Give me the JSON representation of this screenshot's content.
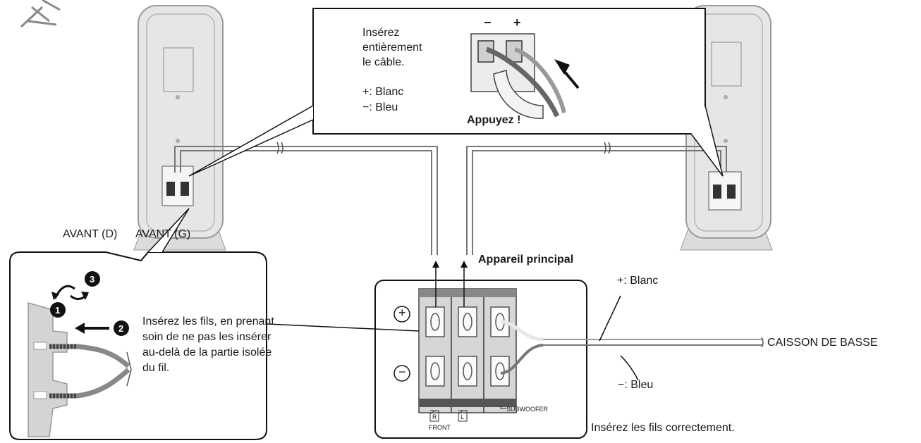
{
  "callout_top": {
    "instruction": "Insérez entièrement le câble.",
    "instruction_lines": [
      "Insérez",
      "entièrement",
      "le câble."
    ],
    "plus_label": "+: Blanc",
    "minus_label": "−: Bleu",
    "press_label": "Appuyez !",
    "terminal_minus": "−",
    "terminal_plus": "+"
  },
  "speakers": {
    "front_right": "AVANT (D)",
    "front_left": "AVANT (G)"
  },
  "main_unit": {
    "title": "Appareil principal",
    "plus_symbol": "+",
    "minus_symbol": "−",
    "label_r": "R",
    "label_l": "L",
    "label_front": "FRONT",
    "label_subwoofer": "SUBWOOFER",
    "correct_insert": "Insérez les fils correctement."
  },
  "subwoofer_cable": {
    "plus_label": "+: Blanc",
    "minus_label": "−: Bleu",
    "destination": "CAISSON DE BASSE"
  },
  "callout_left": {
    "step1": "1",
    "step2": "2",
    "step3": "3",
    "instruction_lines": [
      "Insérez les fils, en prenant",
      "soin de ne pas les insérer",
      "au-delà de la partie isolée",
      "du fil."
    ]
  }
}
